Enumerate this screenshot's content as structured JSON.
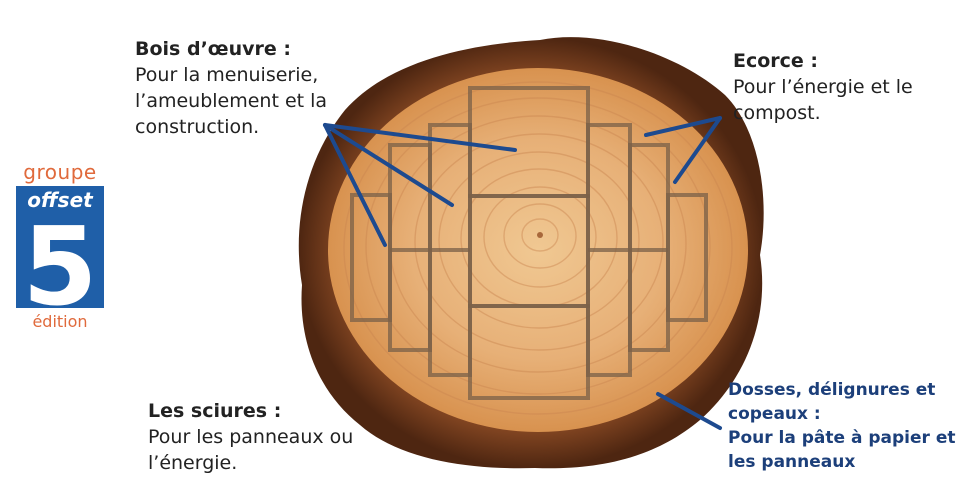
{
  "logo": {
    "top": "groupe",
    "middle": "offset",
    "number": "5",
    "bottom": "édition"
  },
  "labels": {
    "bois": {
      "title": "Bois d’œuvre :",
      "text": "Pour la menuiserie,\nl’ameublement et la\nconstruction."
    },
    "ecorce": {
      "title": "Ecorce :",
      "text": "Pour l’énergie et le\ncompost."
    },
    "sciures": {
      "title": "Les sciures :",
      "text": "Pour les panneaux ou\nl’énergie."
    },
    "dosses": {
      "title": "Dosses, délignures et\ncopeaux :",
      "text": "Pour la pâte à papier et\nles panneaux"
    }
  },
  "colors": {
    "leader": "#1d4a8f",
    "logo_blue": "#1f5fa8",
    "logo_orange": "#e06a3c",
    "bark": "#6e3a1c",
    "wood": "#e3a86e"
  },
  "icons": {
    "logo": "groupe-offset-5-logo"
  }
}
